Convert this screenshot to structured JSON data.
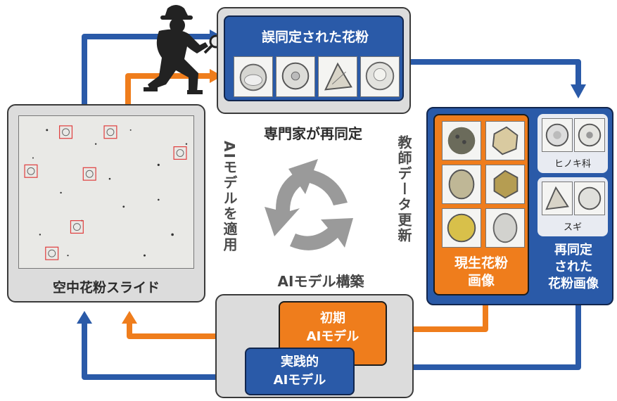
{
  "misidentified": {
    "title": "誤同定された花粉"
  },
  "expert_reid": {
    "label": "専門家が再同定"
  },
  "slide": {
    "label": "空中花粉スライド"
  },
  "apply_model": {
    "label": "AIモデルを適用"
  },
  "training_update": {
    "label": "教師データ更新"
  },
  "model_build": {
    "label": "AIモデル構築"
  },
  "living_pollen": {
    "line1": "現生花粉",
    "line2": "画像"
  },
  "reidentified": {
    "line1": "再同定",
    "line2": "された",
    "line3": "花粉画像",
    "taxon1": "ヒノキ科",
    "taxon2": "スギ"
  },
  "initial_model": {
    "line1": "初期",
    "line2": "AIモデル"
  },
  "practical_model": {
    "line1": "実践的",
    "line2": "AIモデル"
  },
  "icons": [
    "detective-icon",
    "magnifier-icon",
    "recycle-arrows-icon"
  ],
  "colors": {
    "blue": "#2a5aa8",
    "orange": "#ef7d1c",
    "gray_panel": "#dcdcdc",
    "cycle_arrows": "#9a9a9a"
  }
}
